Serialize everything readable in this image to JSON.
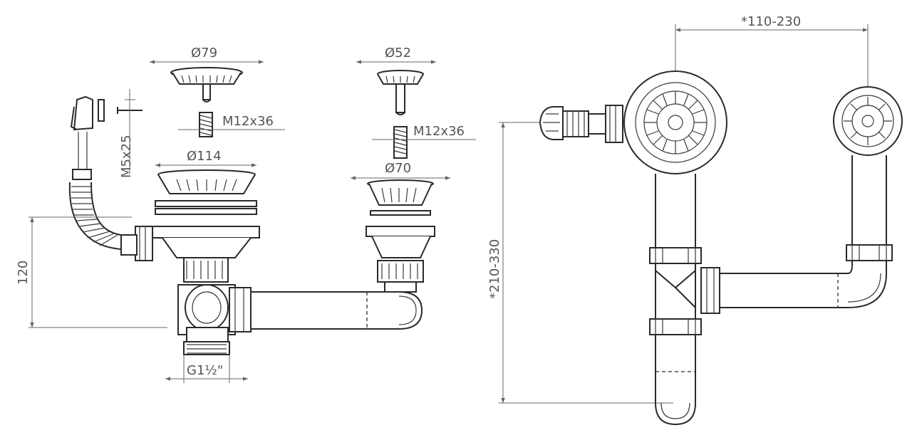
{
  "labels": {
    "d_basket_large": "Ø79",
    "d_basket_small": "Ø52",
    "screw_large": "M12x36",
    "screw_small": "M12x36",
    "d_flange_large": "Ø114",
    "d_flange_small": "Ø70",
    "overflow_screw": "M5x25",
    "height_120": "120",
    "thread": "G1½\"",
    "side_height": "*210-330",
    "side_spacing": "*110-230"
  },
  "colors": {
    "line": "#2a2a2a",
    "dimension": "#666666",
    "text": "#555555"
  }
}
